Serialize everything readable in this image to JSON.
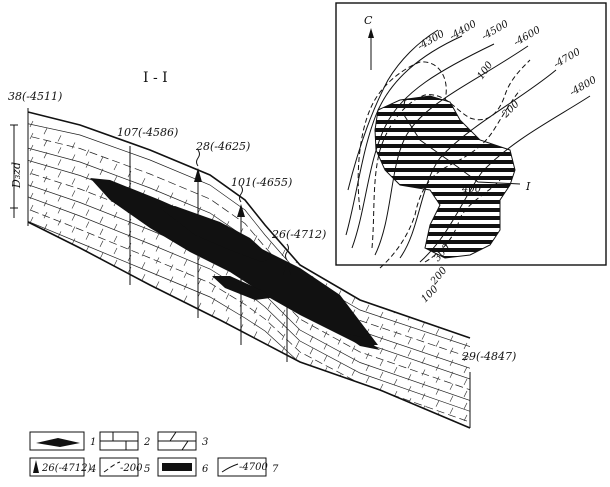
{
  "section": {
    "title": "I - I",
    "stratum_label": "D₃zd"
  },
  "wells": [
    {
      "id": "w38",
      "label": "38(-4511)"
    },
    {
      "id": "w107",
      "label": "107(-4586)"
    },
    {
      "id": "w28",
      "label": "28(-4625)"
    },
    {
      "id": "w101",
      "label": "101(-4655)"
    },
    {
      "id": "w26",
      "label": "26(-4712)"
    },
    {
      "id": "w29",
      "label": "29(-4847)"
    }
  ],
  "map": {
    "north": "C",
    "profile_labels": [
      "I",
      "I"
    ],
    "contour_labels": [
      "-4300",
      "-4400",
      "-4500",
      "-4600",
      "-4700",
      "-4800"
    ],
    "thickness_labels": [
      "100",
      "200",
      "400",
      "300",
      "200",
      "100"
    ]
  },
  "legend": {
    "items": [
      {
        "num": "1"
      },
      {
        "num": "2"
      },
      {
        "num": "3"
      },
      {
        "num": "4",
        "text": "26(-4712)"
      },
      {
        "num": "5",
        "text": "-200"
      },
      {
        "num": "6"
      },
      {
        "num": "7",
        "text": "-4700"
      }
    ]
  }
}
